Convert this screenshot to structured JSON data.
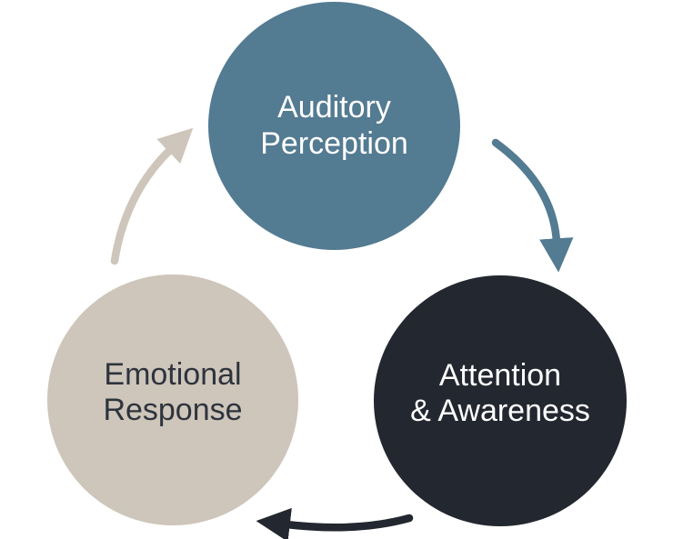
{
  "diagram": {
    "type": "cycle",
    "nodes": [
      {
        "id": "auditory-perception",
        "label": "Auditory\nPerception",
        "color": "#537B92",
        "text_color": "#FFFFFF",
        "position": "top"
      },
      {
        "id": "attention-awareness",
        "label": "Attention\n& Awareness",
        "color": "#23272F",
        "text_color": "#FFFFFF",
        "position": "bottom-right"
      },
      {
        "id": "emotional-response",
        "label": "Emotional\nResponse",
        "color": "#CEC5BB",
        "text_color": "#2E343D",
        "position": "bottom-left"
      }
    ],
    "arrows": [
      {
        "id": "auditory-to-attention",
        "from": "Auditory Perception",
        "to": "Attention & Awareness",
        "color": "#537B92"
      },
      {
        "id": "attention-to-emotional",
        "from": "Attention & Awareness",
        "to": "Emotional Response",
        "color": "#23272F"
      },
      {
        "id": "emotional-to-auditory",
        "from": "Emotional Response",
        "to": "Auditory Perception",
        "color": "#CEC5BB"
      }
    ],
    "colors": {
      "background": "#FFFFFF",
      "steel_blue": "#537B92",
      "charcoal": "#23272F",
      "beige": "#CEC5BB",
      "dark_text": "#2E343D",
      "light_text": "#FFFFFF"
    }
  }
}
